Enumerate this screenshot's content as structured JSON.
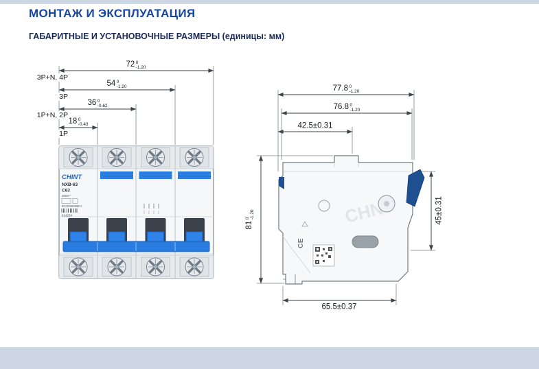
{
  "page": {
    "title": "МОНТАЖ И ЭКСПЛУАТАЦИЯ",
    "subtitle": "ГАБАРИТНЫЕ И УСТАНОВОЧНЫЕ РАЗМЕРЫ (единицы: мм)"
  },
  "front_view": {
    "dims": [
      {
        "label": "3P+N, 4P",
        "value": "72",
        "tol_top": "0",
        "tol_bottom": "-1.20"
      },
      {
        "label": "3P",
        "value": "54",
        "tol_top": "0",
        "tol_bottom": "-1.20"
      },
      {
        "label": "1P+N, 2P",
        "value": "36",
        "tol_top": "0",
        "tol_bottom": "-0.62"
      },
      {
        "label": "1P",
        "value": "18",
        "tol_top": "0",
        "tol_bottom": "-0.43"
      }
    ],
    "device": {
      "brand": "CHINT",
      "model": "NXB-63",
      "rating": "C63",
      "voltage": "400V~",
      "standard": "IEC/EN60898-1",
      "article": "614254"
    }
  },
  "side_view": {
    "width_total": {
      "value": "77.8",
      "tol_top": "0",
      "tol_bottom": "-1.20"
    },
    "width_body": {
      "value": "76.8",
      "tol_top": "0",
      "tol_bottom": "-1.20"
    },
    "top_width": "42.5±0.31",
    "height": {
      "value": "81",
      "tol_top": "0",
      "tol_bottom": "-1.20"
    },
    "depth": "45±0.31",
    "mount_width": "65.5±0.37",
    "ce_mark": "CE",
    "watermark": "CHNT"
  }
}
